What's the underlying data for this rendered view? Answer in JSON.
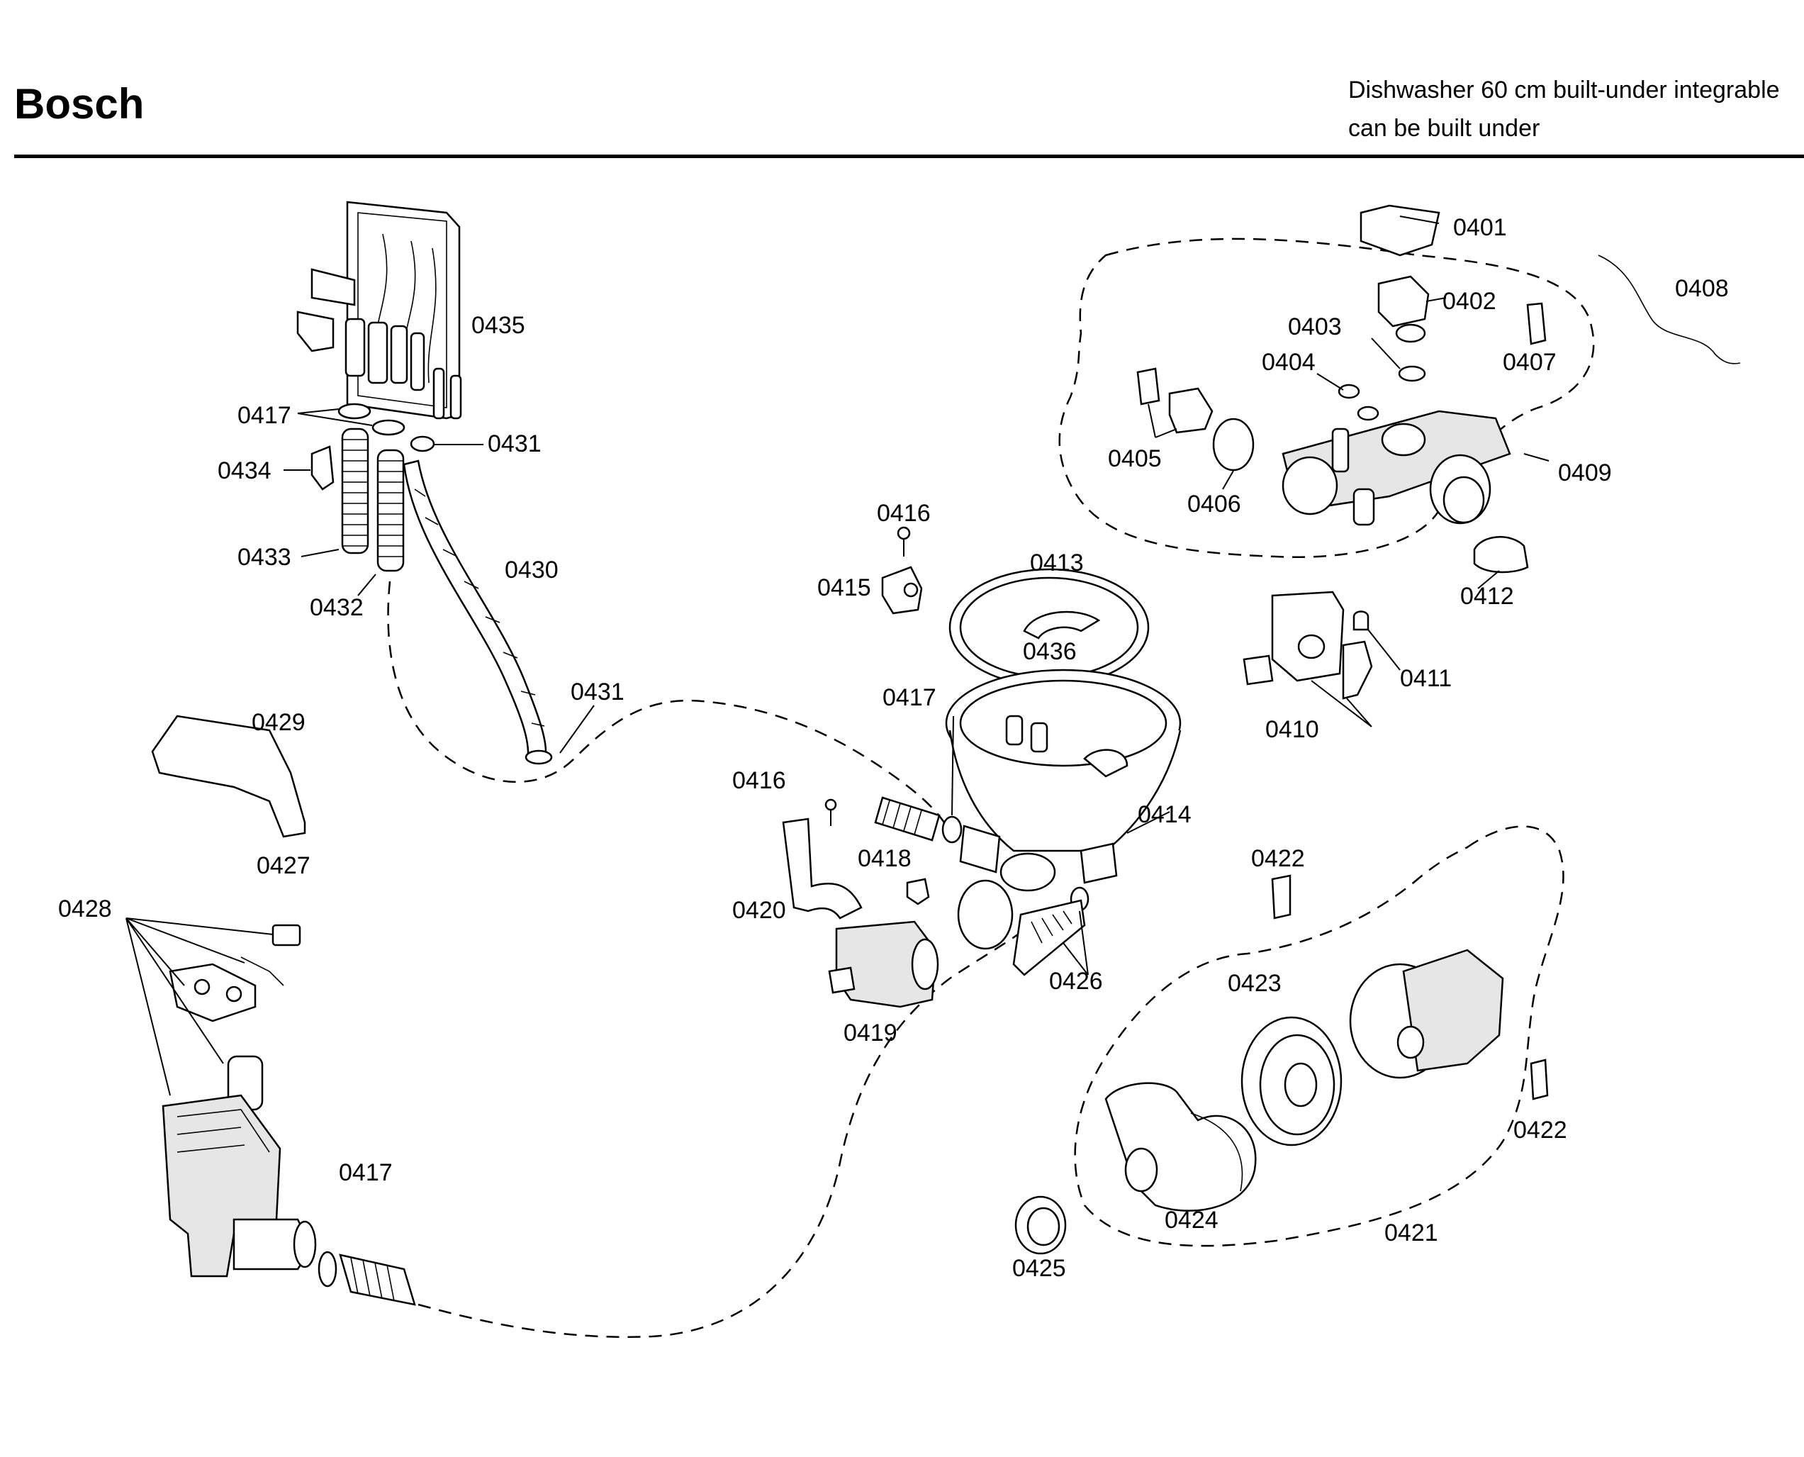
{
  "header": {
    "brand": "Bosch",
    "subtitle_line1": "Dishwasher 60 cm built-under integrable",
    "subtitle_line2": "can be built under"
  },
  "parts": {
    "p0401": "0401",
    "p0402": "0402",
    "p0403": "0403",
    "p0404": "0404",
    "p0405": "0405",
    "p0406": "0406",
    "p0407": "0407",
    "p0408": "0408",
    "p0409": "0409",
    "p0410": "0410",
    "p0411": "0411",
    "p0412": "0412",
    "p0413": "0413",
    "p0414": "0414",
    "p0415": "0415",
    "p0416a": "0416",
    "p0416b": "0416",
    "p0417a": "0417",
    "p0417b": "0417",
    "p0417c": "0417",
    "p0418": "0418",
    "p0419": "0419",
    "p0420": "0420",
    "p0421": "0421",
    "p0422a": "0422",
    "p0422b": "0422",
    "p0423": "0423",
    "p0424": "0424",
    "p0425": "0425",
    "p0426": "0426",
    "p0427": "0427",
    "p0428": "0428",
    "p0429": "0429",
    "p0430": "0430",
    "p0431a": "0431",
    "p0431b": "0431",
    "p0432": "0432",
    "p0433": "0433",
    "p0434": "0434",
    "p0435": "0435",
    "p0436": "0436"
  }
}
